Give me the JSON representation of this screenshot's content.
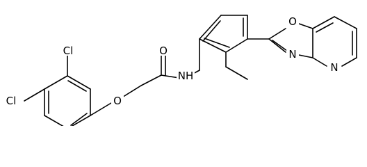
{
  "molecule": {
    "atoms": {
      "cl1": "Cl",
      "cl2": "Cl",
      "o_ether": "O",
      "o_carbonyl": "O",
      "nh": "NH",
      "o_oxazole": "O",
      "n_oxazole": "N",
      "n_pyridine": "N"
    }
  },
  "colors": {
    "bond": "#000000",
    "label": "#000000",
    "background": "#ffffff"
  }
}
